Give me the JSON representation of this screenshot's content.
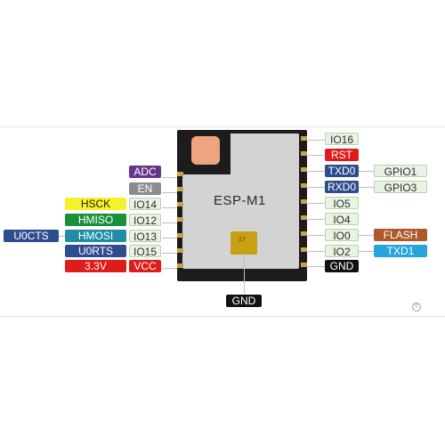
{
  "module": {
    "name": "ESP-M1",
    "pad_number": "17"
  },
  "left_pins": [
    {
      "pin": "ADC",
      "alt": []
    },
    {
      "pin": "EN",
      "alt": []
    },
    {
      "pin": "IO14",
      "alt": [
        "HSCK"
      ]
    },
    {
      "pin": "IO12",
      "alt": [
        "HMISO"
      ]
    },
    {
      "pin": "IO13",
      "alt": [
        "HMOSI",
        "U0CTS"
      ]
    },
    {
      "pin": "IO15",
      "alt": [
        "U0RTS"
      ]
    },
    {
      "pin": "VCC",
      "alt": [
        "3.3V"
      ]
    }
  ],
  "right_pins": [
    {
      "pin": "IO16",
      "alt": []
    },
    {
      "pin": "RST",
      "alt": []
    },
    {
      "pin": "TXD0",
      "alt": [
        "GPIO1"
      ]
    },
    {
      "pin": "RXD0",
      "alt": [
        "GPIO3"
      ]
    },
    {
      "pin": "IO5",
      "alt": []
    },
    {
      "pin": "IO4",
      "alt": []
    },
    {
      "pin": "IO0",
      "alt": [
        "FLASH"
      ]
    },
    {
      "pin": "IO2",
      "alt": [
        "TXD1"
      ]
    },
    {
      "pin": "GND",
      "alt": []
    }
  ],
  "bottom_pin": {
    "pin": "GND"
  },
  "colors": {
    "purple": "#66358b",
    "grey": "#8c8c8c",
    "yellow": "#f6f22a",
    "green": "#1b8f3c",
    "teal": "#1f8ea3",
    "navy": "#2f4d8e",
    "red": "#e01b1b",
    "black": "#111111",
    "brown": "#ad5a2a",
    "cyan": "#29a3dc",
    "pin_green": "#e8f3e3"
  },
  "icons": {
    "corner": "copyright-icon"
  }
}
